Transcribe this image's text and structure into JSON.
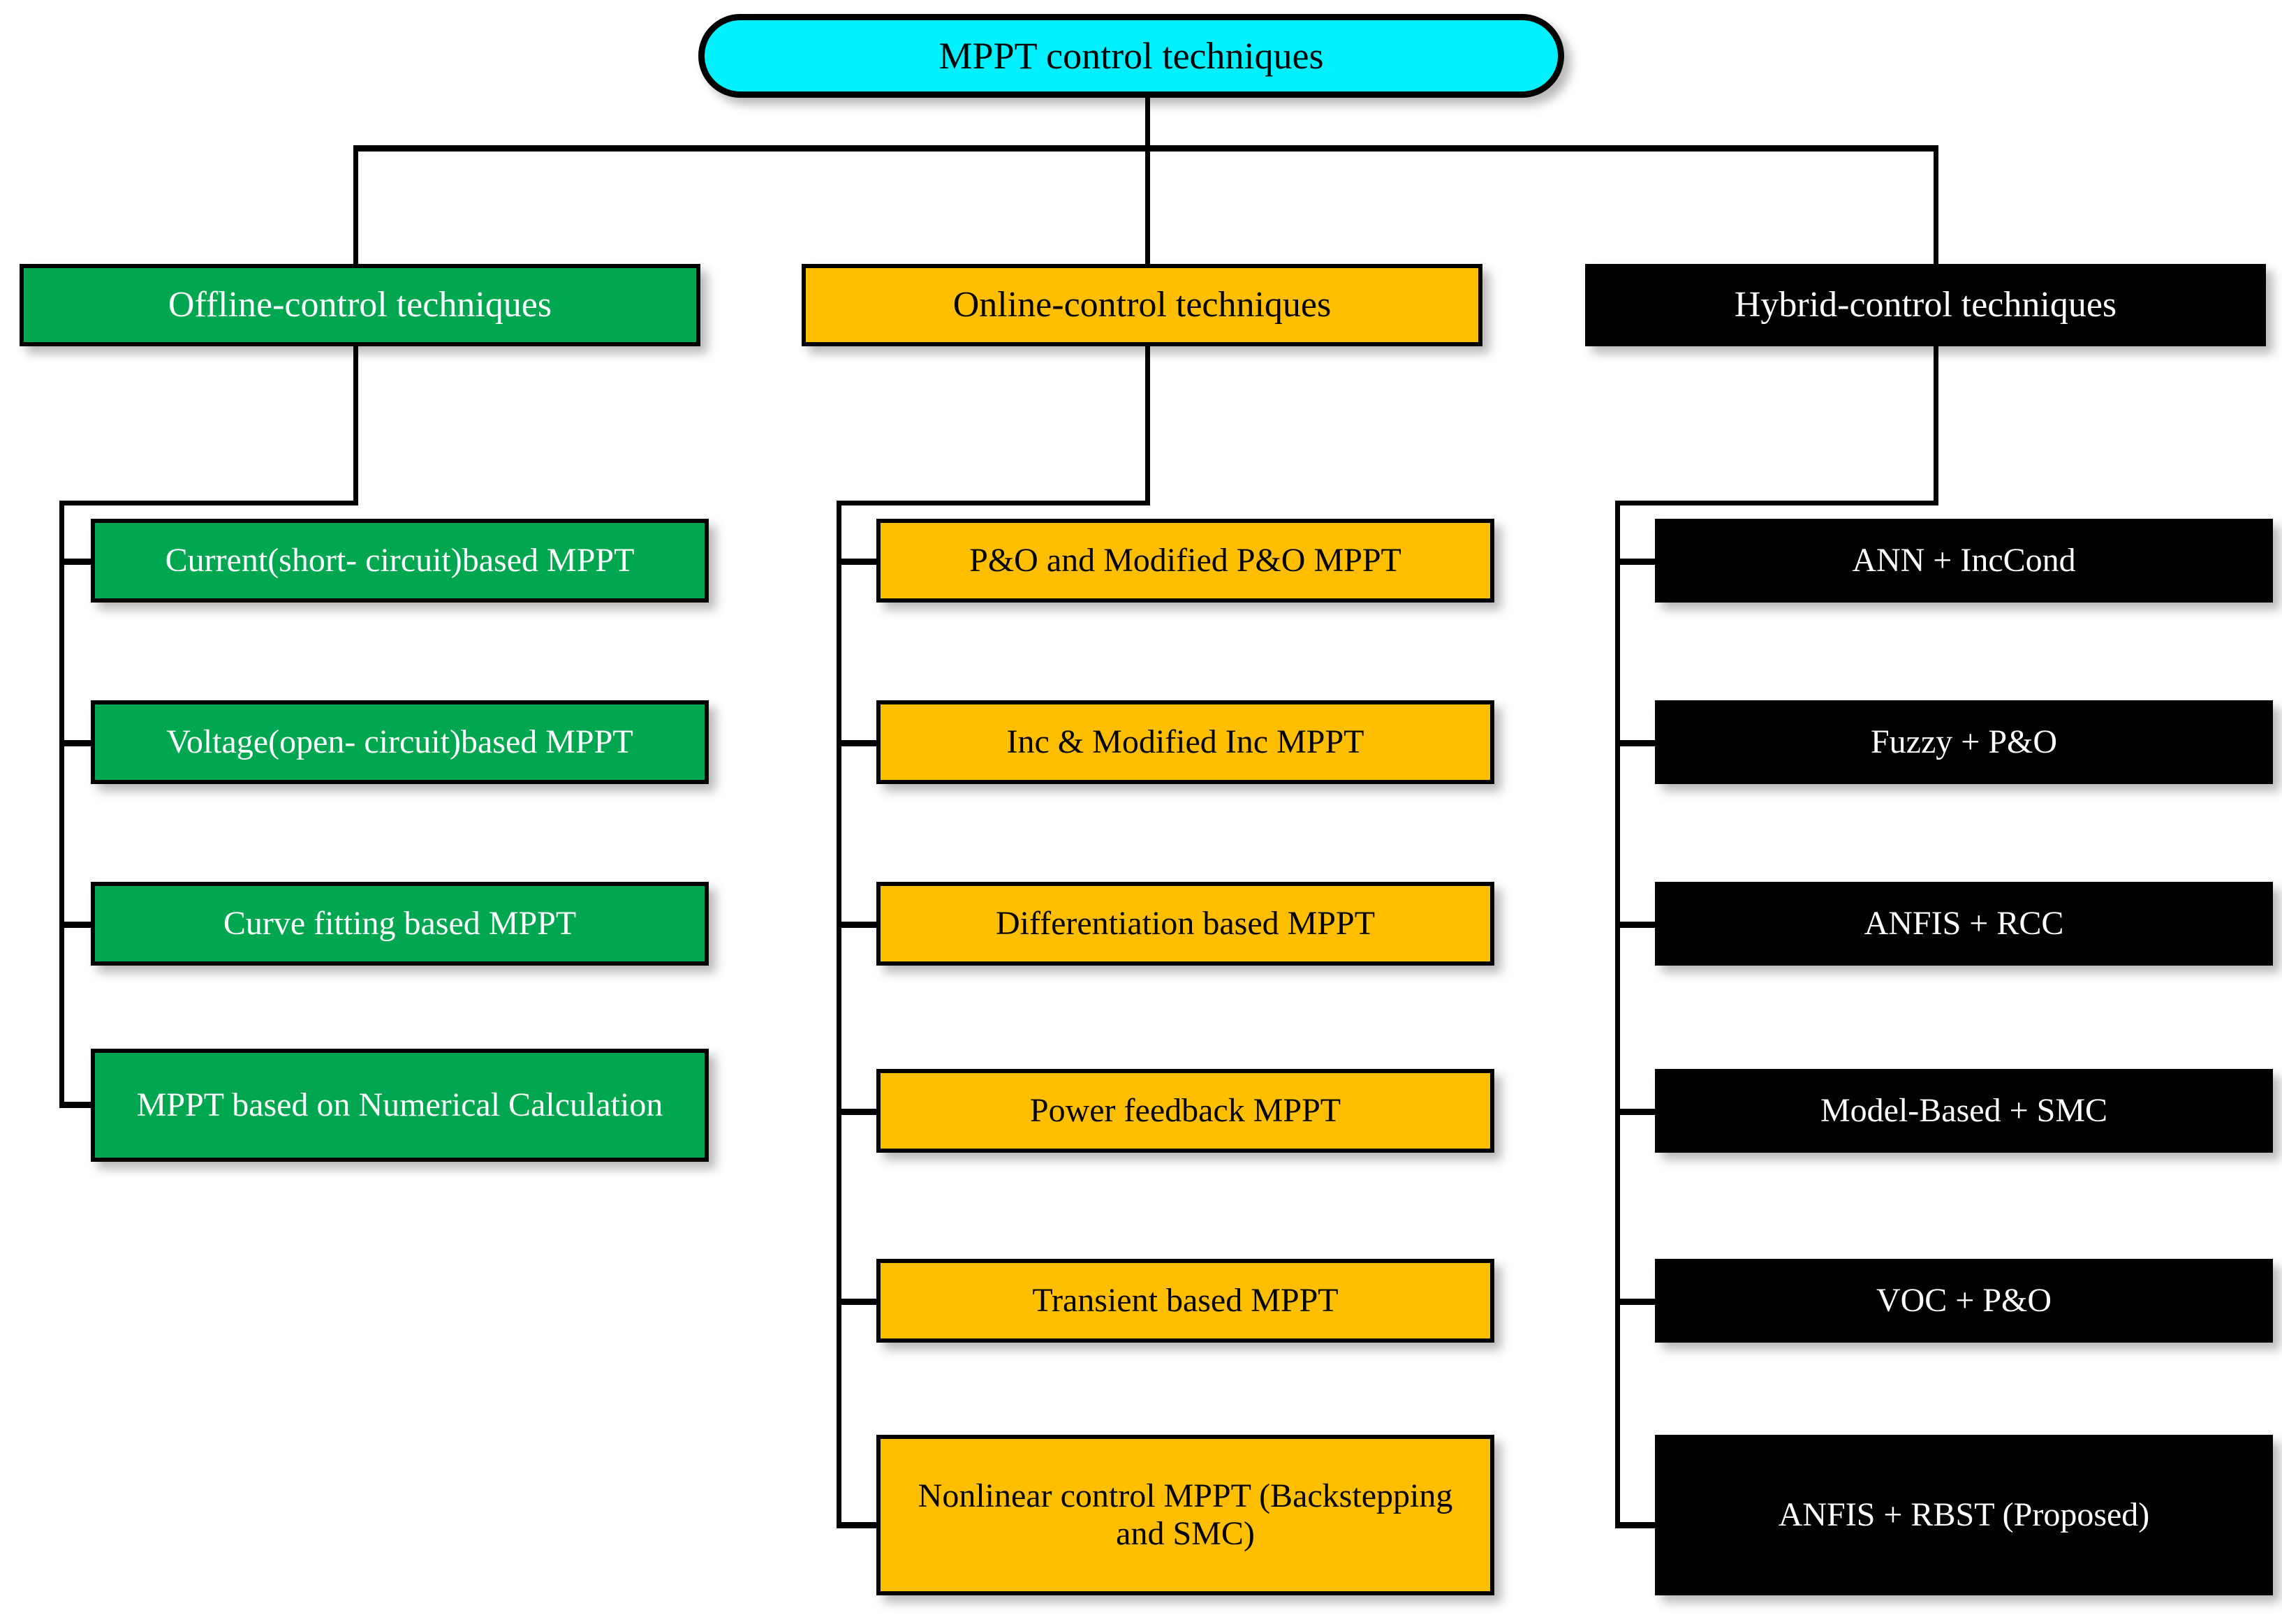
{
  "diagram": {
    "title": "MPPT control techniques classification",
    "type": "tree-hierarchy",
    "colors": {
      "root": "#00F0FF",
      "offline": "#00A650",
      "online": "#FFBF00",
      "hybrid": "#000000",
      "connector": "#000000",
      "background": "#FFFFFF"
    },
    "root": {
      "label": "MPPT control techniques"
    },
    "branches": [
      {
        "id": "offline",
        "header": "Offline-control techniques",
        "color": "#00A650",
        "text_color": "#FFFFFF",
        "children": [
          "Current(short- circuit)based MPPT",
          "Voltage(open- circuit)based MPPT",
          "Curve fitting based MPPT",
          "MPPT based on Numerical Calculation"
        ]
      },
      {
        "id": "online",
        "header": "Online-control techniques",
        "color": "#FFBF00",
        "text_color": "#000000",
        "children": [
          "P&O and Modified P&O MPPT",
          "Inc & Modified Inc MPPT",
          "Differentiation based MPPT",
          "Power feedback MPPT",
          "Transient based MPPT",
          "Nonlinear control MPPT (Backstepping and SMC)"
        ]
      },
      {
        "id": "hybrid",
        "header": "Hybrid-control techniques",
        "color": "#000000",
        "text_color": "#FFFFFF",
        "children": [
          "ANN + IncCond",
          "Fuzzy + P&O",
          "ANFIS + RCC",
          "Model-Based + SMC",
          "VOC + P&O",
          "ANFIS + RBST (Proposed)"
        ]
      }
    ]
  }
}
